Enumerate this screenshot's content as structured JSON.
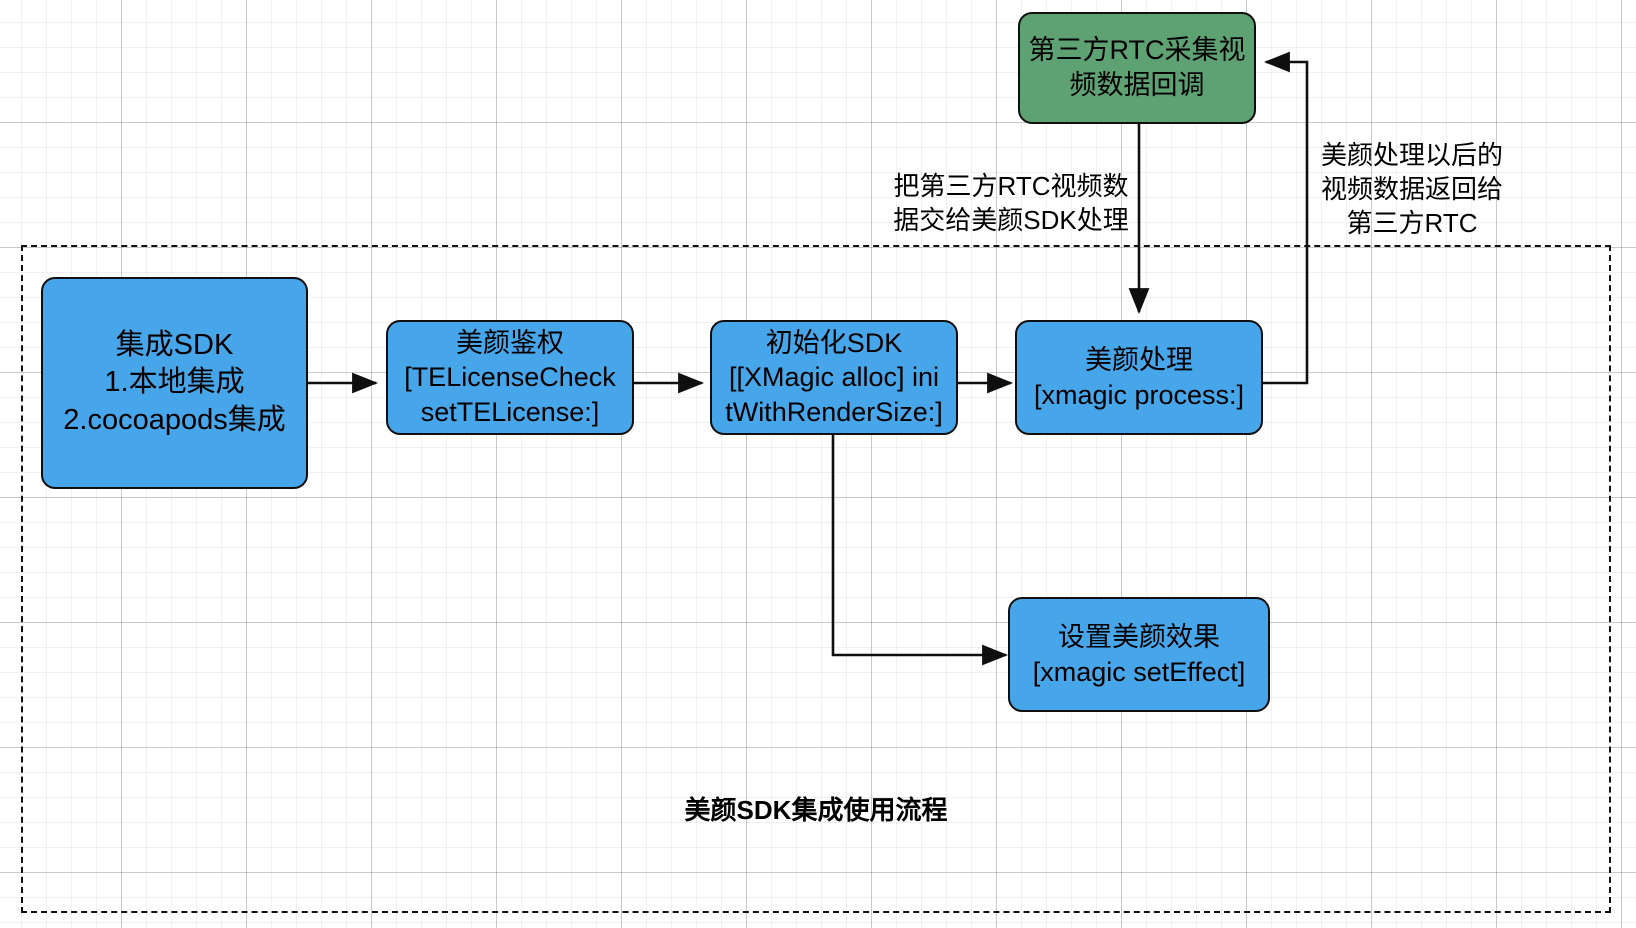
{
  "diagram": {
    "title": "美颜SDK集成使用流程",
    "colors": {
      "blue_fill": "#47A5E9",
      "green_fill": "#5EA172",
      "stroke": "#0F0F0F",
      "grid_minor": "#F0F0F0",
      "grid_major": "#D6D6D6",
      "background": "#FFFFFF"
    },
    "nodes": [
      {
        "id": "integrate-sdk",
        "fill": "blue",
        "lines": [
          "集成SDK",
          "1.本地集成",
          "2.cocoapods集成"
        ]
      },
      {
        "id": "beauty-auth",
        "fill": "blue",
        "lines": [
          "美颜鉴权",
          "[TELicenseCheck",
          "setTELicense:]"
        ]
      },
      {
        "id": "init-sdk",
        "fill": "blue",
        "lines": [
          "初始化SDK",
          "[[XMagic alloc] ini",
          "tWithRenderSize:]"
        ]
      },
      {
        "id": "beauty-process",
        "fill": "blue",
        "lines": [
          "美颜处理",
          "[xmagic process:]"
        ]
      },
      {
        "id": "set-beauty-effect",
        "fill": "blue",
        "lines": [
          "设置美颜效果",
          "[xmagic setEffect]"
        ]
      },
      {
        "id": "third-party-rtc-capture",
        "fill": "green",
        "lines": [
          "第三方RTC采集视",
          "频数据回调"
        ]
      }
    ],
    "annotations": [
      {
        "id": "to-beauty-sdk",
        "lines": [
          "把第三方RTC视频数",
          "据交给美颜SDK处理"
        ]
      },
      {
        "id": "back-to-rtc",
        "lines": [
          "美颜处理以后的",
          "视频数据返回给",
          "第三方RTC"
        ]
      }
    ],
    "group_label": "美颜SDK集成使用流程"
  }
}
